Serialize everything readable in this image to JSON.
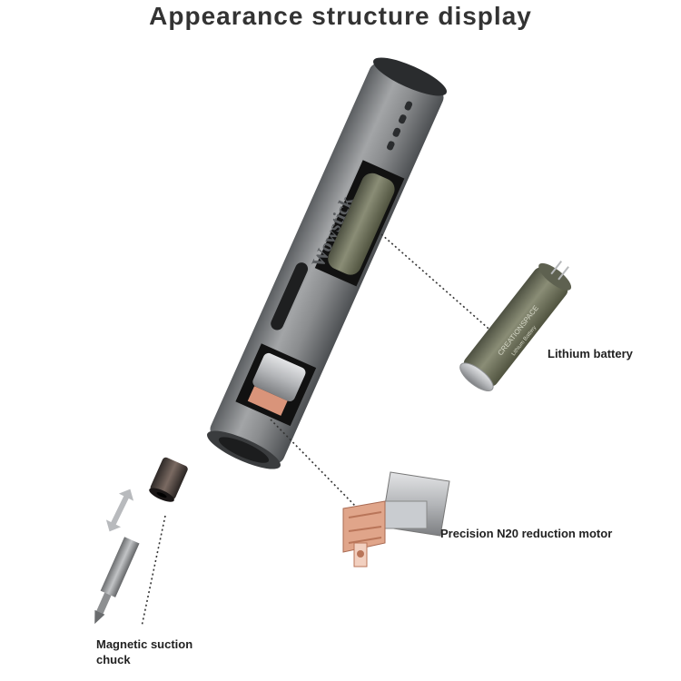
{
  "title": "Appearance structure display",
  "brand_mark": "Wowstick",
  "battery": {
    "brand": "CREATIONSPACE",
    "inner_text": "Lithium Battery",
    "label": "Lithium battery"
  },
  "motor": {
    "label": "Precision N20 reduction motor"
  },
  "chuck": {
    "label_line1": "Magnetic suction",
    "label_line2": "chuck"
  },
  "colors": {
    "body": "#8a8c8e",
    "body_dark": "#5a5d60",
    "battery_olive": "#6e715c",
    "copper": "#d9947a",
    "title": "#333333"
  }
}
